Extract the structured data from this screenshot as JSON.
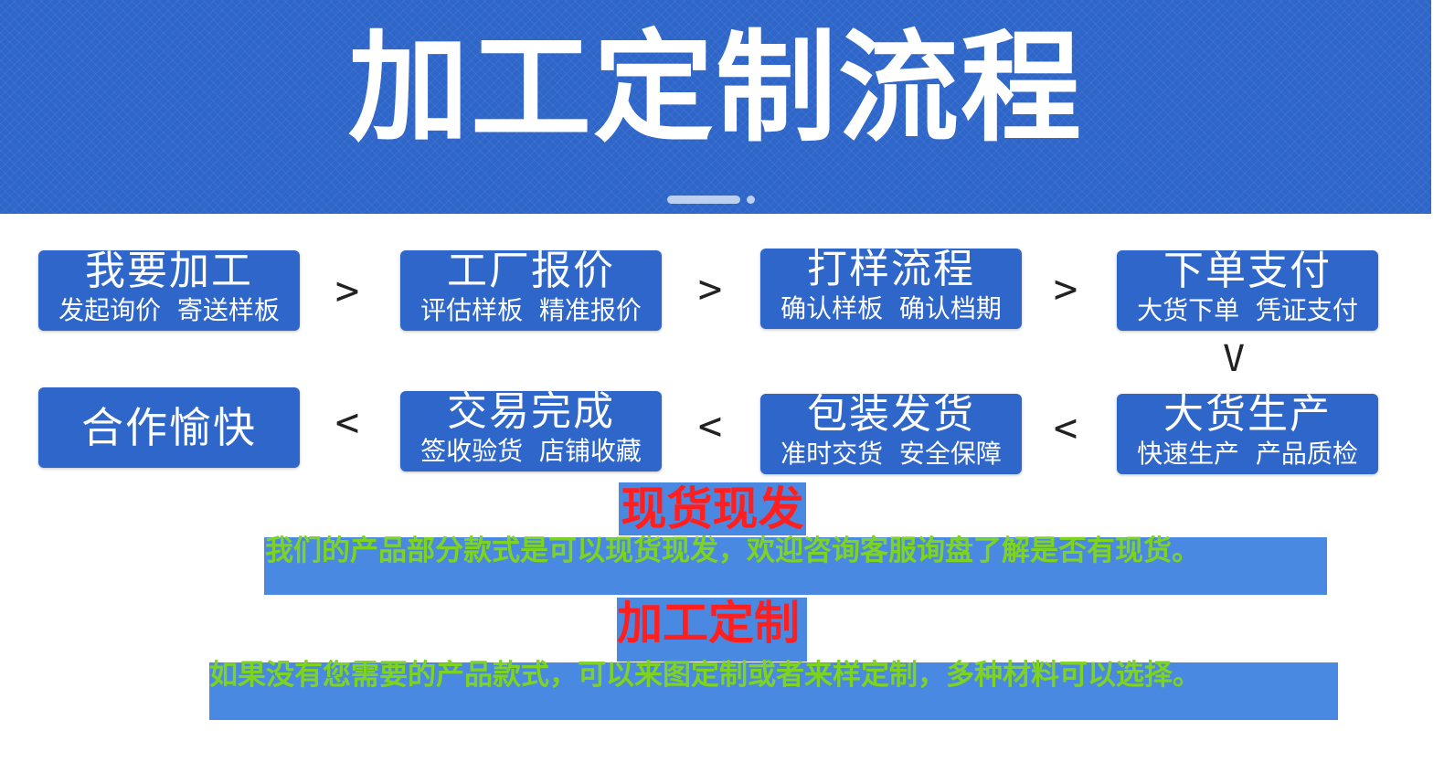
{
  "banner": {
    "title": "加工定制流程"
  },
  "steps": [
    {
      "title": "我要加工",
      "desc": "发起询价  寄送样板"
    },
    {
      "title": "工厂报价",
      "desc": "评估样板  精准报价"
    },
    {
      "title": "打样流程",
      "desc": "确认样板  确认档期"
    },
    {
      "title": "下单支付",
      "desc": "大货下单  凭证支付"
    },
    {
      "title": "大货生产",
      "desc": "快速生产  产品质检"
    },
    {
      "title": "包装发货",
      "desc": "准时交货  安全保障"
    },
    {
      "title": "交易完成",
      "desc": "签收验货  店铺收藏"
    },
    {
      "title": "合作愉快"
    }
  ],
  "arrows": {
    "right": ">",
    "left": "<",
    "down": "V"
  },
  "spot": {
    "heading": "现货现发",
    "text": "我们的产品部分款式是可以现货现发，欢迎咨询客服询盘了解是否有现货。"
  },
  "custom": {
    "heading": "加工定制",
    "text": "如果没有您需要的产品款式，可以来图定制或者来样定制，多种材料可以选择。"
  },
  "colors": {
    "banner": "#2f66c9",
    "box": "#2f66c9",
    "highlight": "#4a89e2",
    "red": "#ff1f1f",
    "green": "#7ed321"
  }
}
